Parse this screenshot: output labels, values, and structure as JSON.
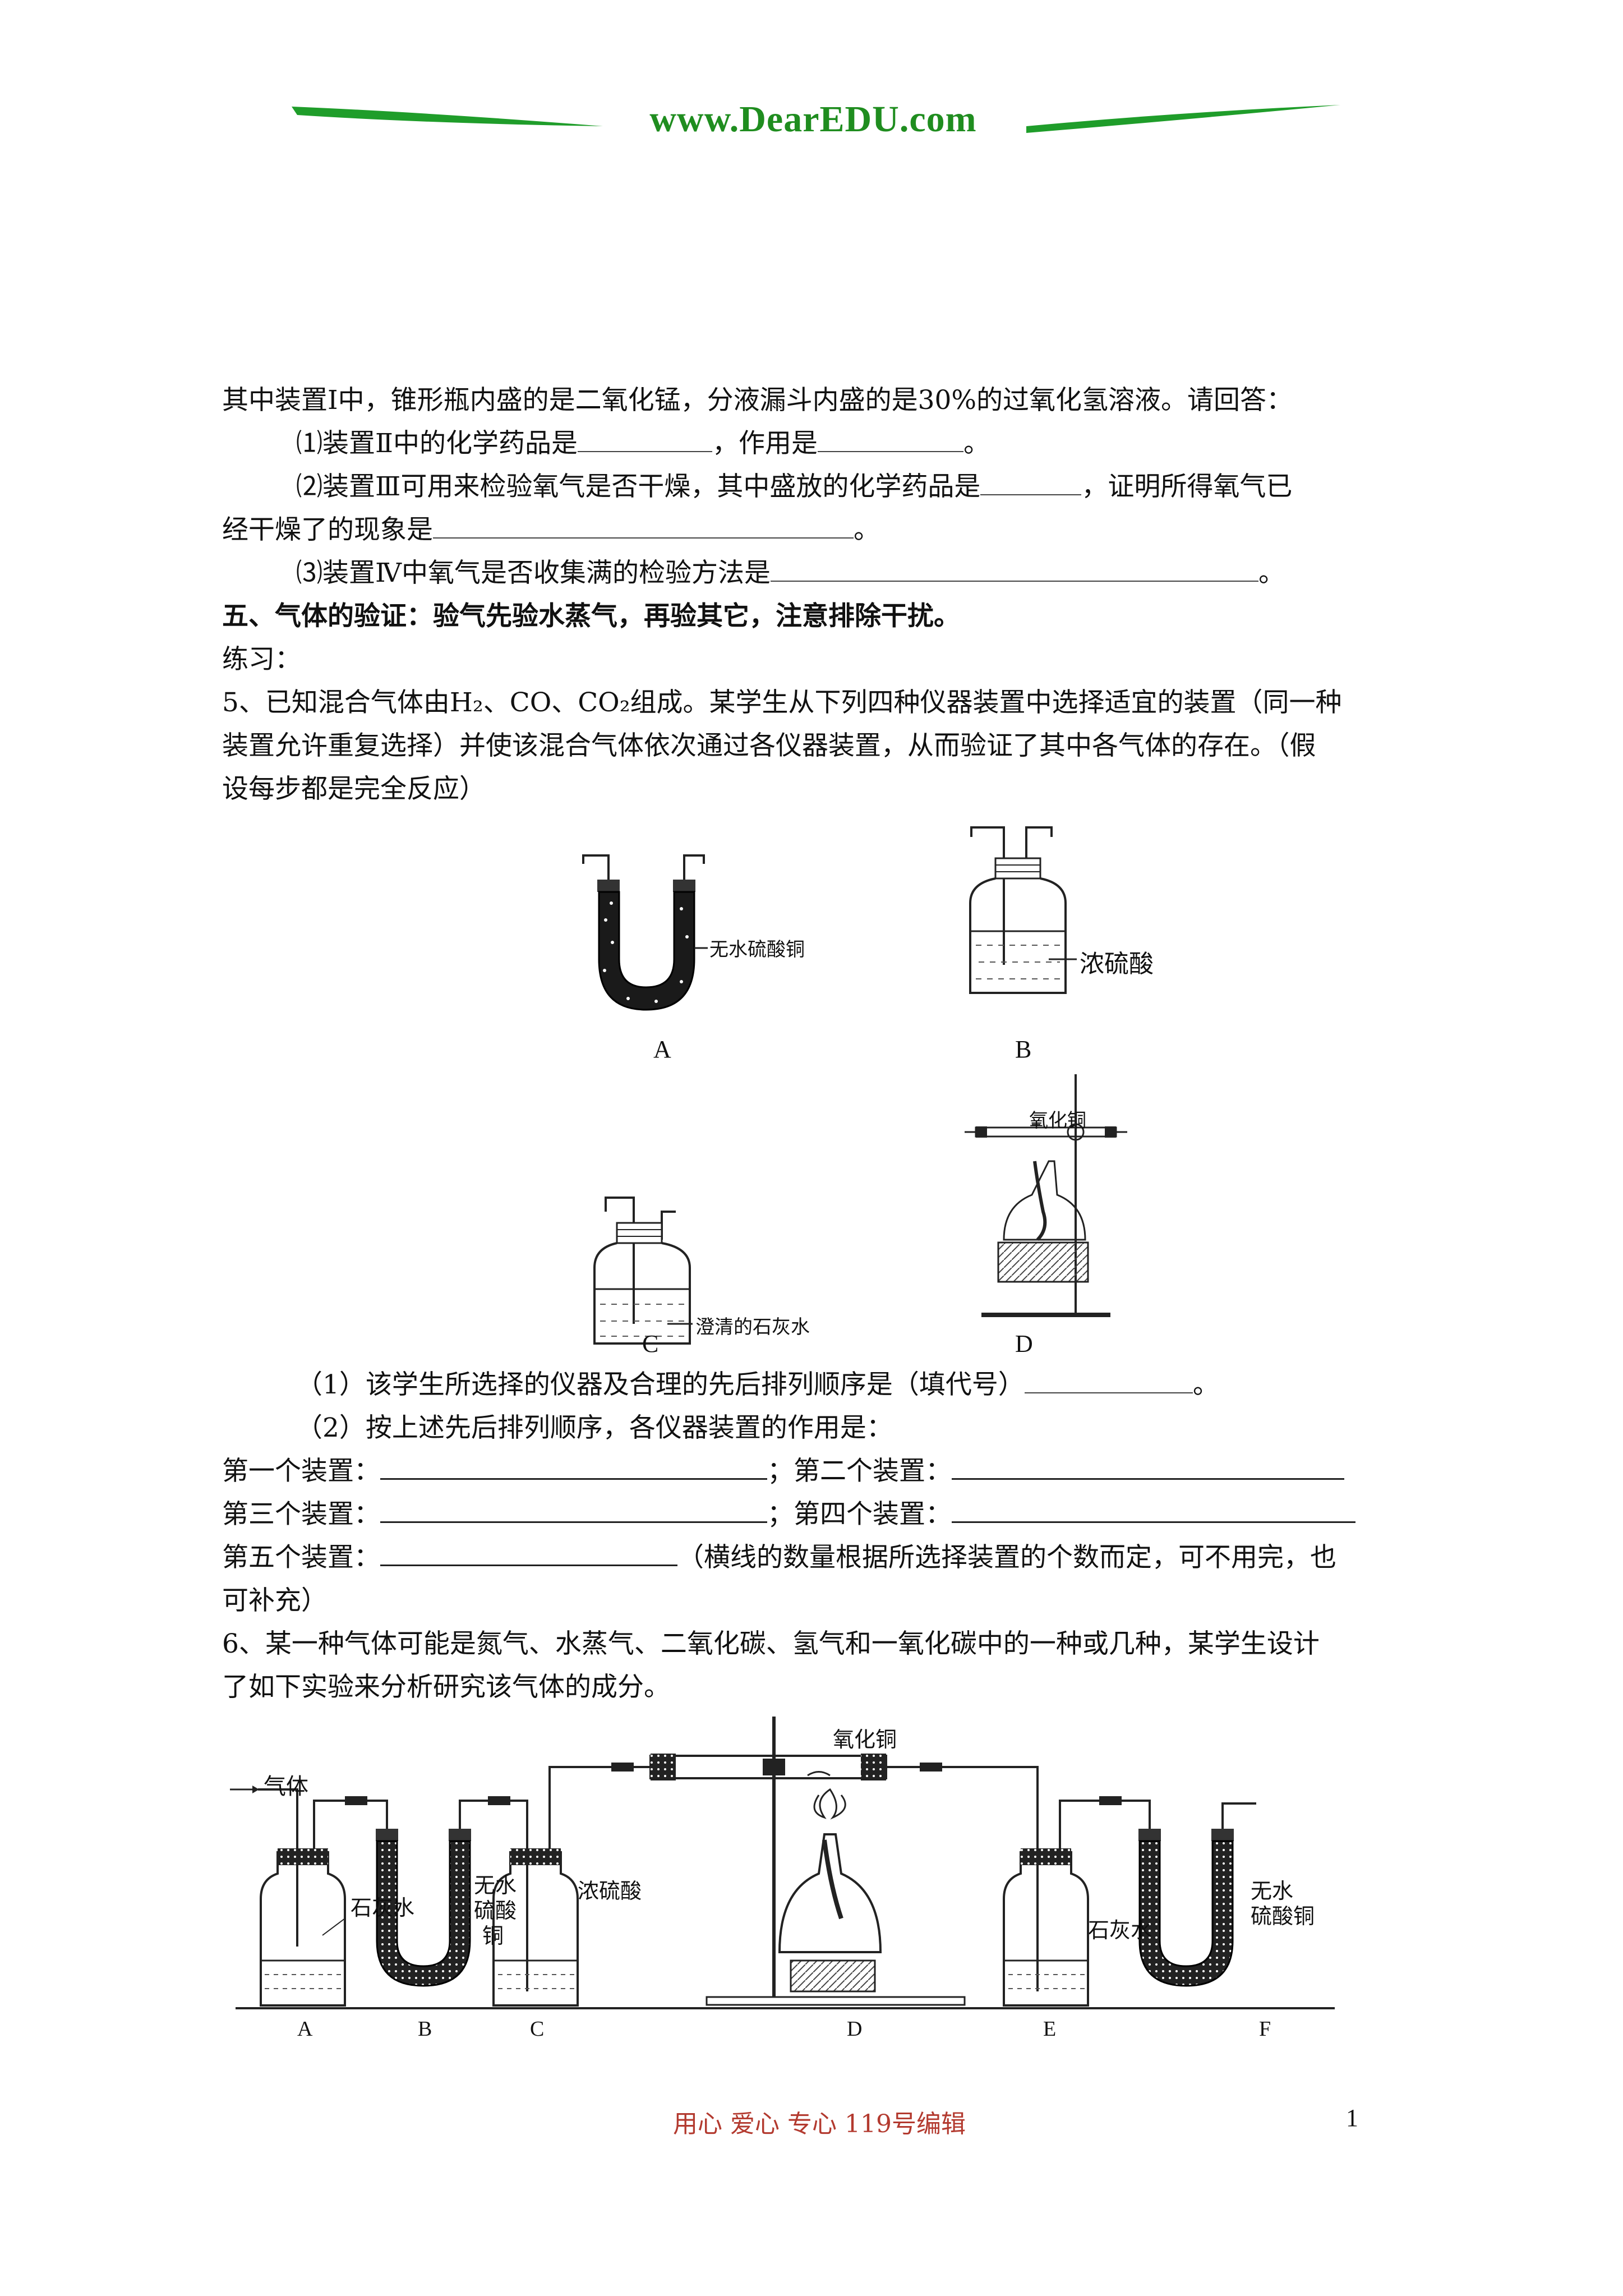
{
  "header": {
    "brand": "www.DearEDU.com"
  },
  "intro": "其中装置Ⅰ中，锥形瓶内盛的是二氧化锰，分液漏斗内盛的是30%的过氧化氢溶液。请回答：",
  "q_items": [
    {
      "pre": "⑴装置Ⅱ中的化学药品是",
      "mid": "，作用是",
      "post": "。"
    },
    {
      "pre": "⑵装置Ⅲ可用来检验氧气是否干燥，其中盛放的化学药品是",
      "mid": "，证明所得氧气已",
      "line2": "经干燥了的现象是",
      "post": "。"
    },
    {
      "pre": "⑶装置Ⅳ中氧气是否收集满的检验方法是",
      "post": "。"
    }
  ],
  "section5_title": "五、气体的验证：验气先验水蒸气，再验其它，注意排除干扰。",
  "practice": "练习：",
  "q5": {
    "line1": "5、已知混合气体由H₂、CO、CO₂组成。某学生从下列四种仪器装置中选择适宜的装置（同一种",
    "line2": "装置允许重复选择）并使该混合气体依次通过各仪器装置，从而验证了其中各气体的存在。（假",
    "line3": "设每步都是完全反应）"
  },
  "apparatus": {
    "A": {
      "letter": "A",
      "label": "无水硫酸铜"
    },
    "B": {
      "letter": "B",
      "label": "浓硫酸"
    },
    "C": {
      "letter": "C",
      "label": "澄清的石灰水"
    },
    "D": {
      "letter": "D",
      "label": "氧化铜"
    }
  },
  "q5_sub": {
    "s1": "（1）该学生所选择的仪器及合理的先后排列顺序是（填代号）",
    "s1_end": "。",
    "s2": "（2）按上述先后排列顺序，各仪器装置的作用是：",
    "d1": "第一个装置：",
    "d2": "；第二个装置：",
    "d3": "第三个装置：",
    "d4": "；第四个装置：",
    "d5": "第五个装置：",
    "d5_note": "（横线的数量根据所选择装置的个数而定，可不用完，也",
    "d5_note2": "可补充）"
  },
  "q6": {
    "line1": "6、某一种气体可能是氮气、水蒸气、二氧化碳、氢气和一氧化碳中的一种或几种，某学生设计",
    "line2": "了如下实验来分析研究该气体的成分。"
  },
  "fig6": {
    "gas": "气体",
    "labels": [
      "石灰水",
      "无水",
      "硫酸",
      "铜",
      "浓硫酸",
      "氧化铜",
      "石灰水",
      "无水",
      "硫酸铜"
    ],
    "letters": [
      "A",
      "B",
      "C",
      "D",
      "E",
      "F"
    ]
  },
  "footer": {
    "text": "用心  爱心  专心   119号编辑",
    "page": "1"
  }
}
